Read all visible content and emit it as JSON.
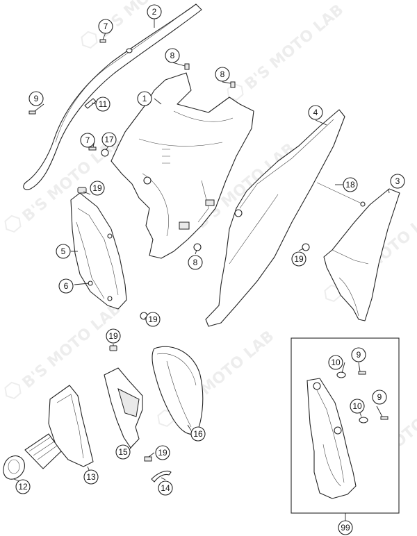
{
  "watermark": "B'S MOTO LAB",
  "callouts": [
    {
      "id": "c2",
      "label": "2"
    },
    {
      "id": "c7a",
      "label": "7"
    },
    {
      "id": "c8a",
      "label": "8"
    },
    {
      "id": "c8b",
      "label": "8"
    },
    {
      "id": "c1",
      "label": "1"
    },
    {
      "id": "c9a",
      "label": "9"
    },
    {
      "id": "c11",
      "label": "11"
    },
    {
      "id": "c4",
      "label": "4"
    },
    {
      "id": "c7b",
      "label": "7"
    },
    {
      "id": "c17",
      "label": "17"
    },
    {
      "id": "c19a",
      "label": "19"
    },
    {
      "id": "c18",
      "label": "18"
    },
    {
      "id": "c3",
      "label": "3"
    },
    {
      "id": "c5",
      "label": "5"
    },
    {
      "id": "c8c",
      "label": "8"
    },
    {
      "id": "c19b",
      "label": "19"
    },
    {
      "id": "c6",
      "label": "6"
    },
    {
      "id": "c19c",
      "label": "19"
    },
    {
      "id": "c19d",
      "label": "19"
    },
    {
      "id": "c10a",
      "label": "10"
    },
    {
      "id": "c9b",
      "label": "9"
    },
    {
      "id": "c16",
      "label": "16"
    },
    {
      "id": "c10b",
      "label": "10"
    },
    {
      "id": "c9c",
      "label": "9"
    },
    {
      "id": "c15",
      "label": "15"
    },
    {
      "id": "c19e",
      "label": "19"
    },
    {
      "id": "c12",
      "label": "12"
    },
    {
      "id": "c13",
      "label": "13"
    },
    {
      "id": "c14",
      "label": "14"
    },
    {
      "id": "c99",
      "label": "99"
    }
  ]
}
